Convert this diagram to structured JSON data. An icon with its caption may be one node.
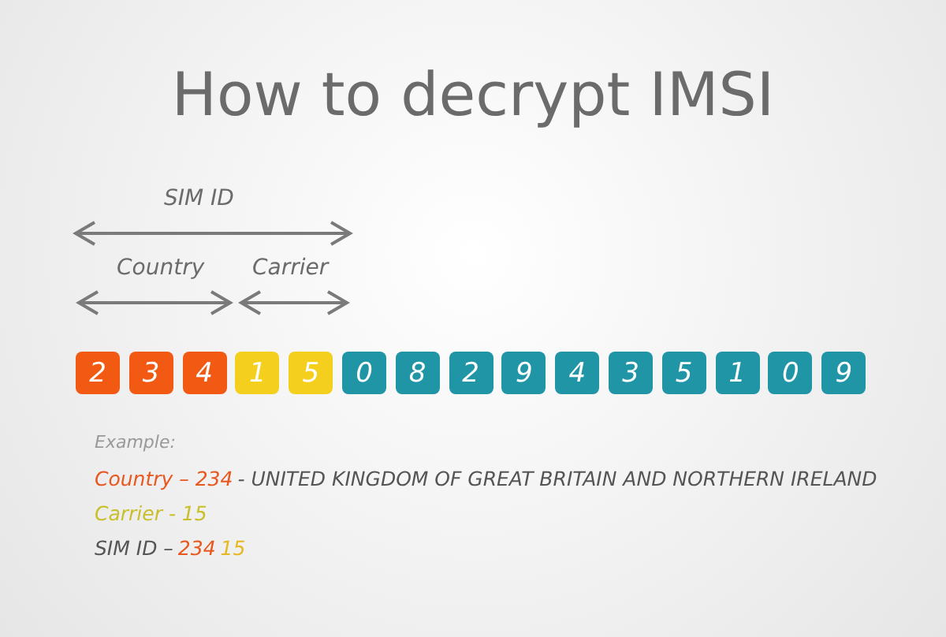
{
  "diagram": {
    "title": "How to decrypt IMSI",
    "nodes": [
      {
        "text": [
          "2"
        ]
      },
      {
        "text": [
          "3"
        ]
      },
      {
        "text": [
          "4"
        ]
      },
      {
        "text": [
          "1"
        ]
      },
      {
        "text": [
          "5"
        ]
      },
      {
        "text": [
          "0"
        ]
      },
      {
        "text": [
          "8"
        ]
      },
      {
        "text": [
          "2"
        ]
      },
      {
        "text": [
          "9"
        ]
      },
      {
        "text": [
          "4"
        ]
      },
      {
        "text": [
          "3"
        ]
      },
      {
        "text": [
          "5"
        ]
      },
      {
        "text": [
          "1"
        ]
      },
      {
        "text": [
          "0"
        ]
      },
      {
        "text": [
          "9"
        ]
      }
    ],
    "edges": [],
    "labels": [
      "SIM ID",
      "Country",
      "Carrier",
      "Example:",
      "Country – 234",
      "- UNITED KINGDOM OF GREAT BRITAIN AND NORTHERN IRELAND",
      "Carrier - 15",
      "SIM ID –",
      "234",
      "15"
    ]
  }
}
